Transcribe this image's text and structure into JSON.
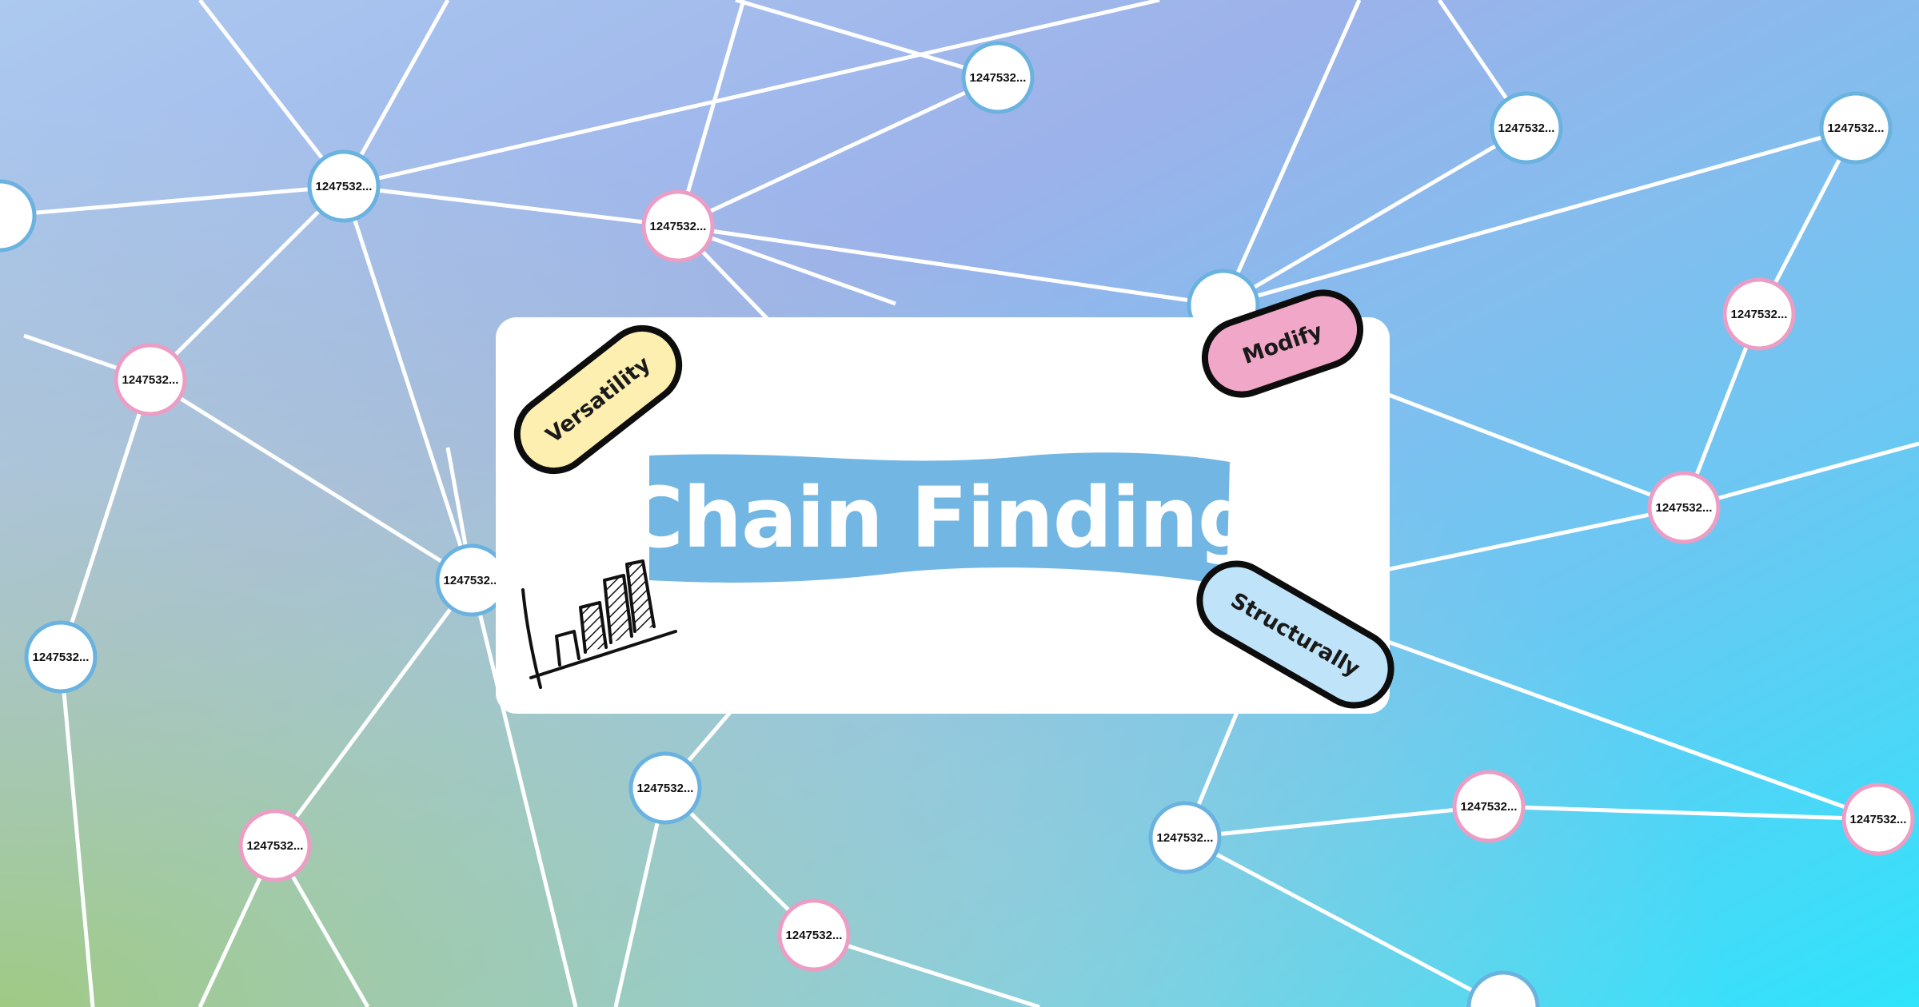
{
  "title": "Chain Finding",
  "tags": [
    "Versatility",
    "Modify",
    "Structurally"
  ],
  "node_label": "1247532...",
  "colors": {
    "bg_top_left": "#abc8ef",
    "bg_center": "#9bb1ea",
    "bg_bottom_left": "#9fca84",
    "bg_bottom_right": "#2fe4fb",
    "edge": "#ffffff",
    "node_fill": "#ffffff",
    "node_border_blue": "#6ab2e0",
    "node_border_pink": "#ec9dc4",
    "title_band": "#72b6e4",
    "tag_versatility": "#fcefb0",
    "tag_modify": "#f1a7c8",
    "tag_structurally": "#bfe3f8"
  }
}
